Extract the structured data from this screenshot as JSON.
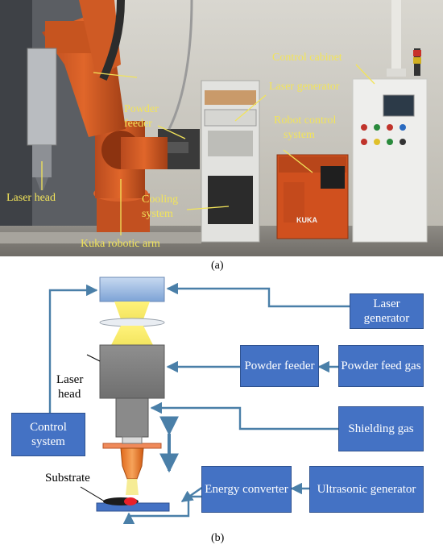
{
  "panel_a": {
    "caption": "(a)",
    "labels": {
      "control_cabinet": "Control cabinet",
      "laser_generator": "Laser generator",
      "robot_control": "Robot control",
      "robot_control_system": "system",
      "powder": "Powder",
      "feeder": "feeder",
      "laser_head": "Laser head",
      "cooling": "Cooling",
      "cooling_system": "system",
      "kuka_arm": "Kuka robotic arm",
      "kuka_brand": "KUKA"
    }
  },
  "panel_b": {
    "caption": "(b)",
    "boxes": {
      "laser_generator": "Laser generator",
      "powder_feeder": "Powder feeder",
      "powder_feed_gas": "Powder  feed gas",
      "shielding_gas": "Shielding gas",
      "control_system": "Control system",
      "energy_converter": "Energy converter",
      "ultrasonic_generator": "Ultrasonic generator"
    },
    "labels": {
      "laser_head_line1": "Laser",
      "laser_head_line2": "head",
      "substrate": "Substrate"
    }
  },
  "colors": {
    "box_fill": "#4472c4",
    "arrow": "#4a7fa8",
    "label_yellow": "#f2e45a"
  }
}
